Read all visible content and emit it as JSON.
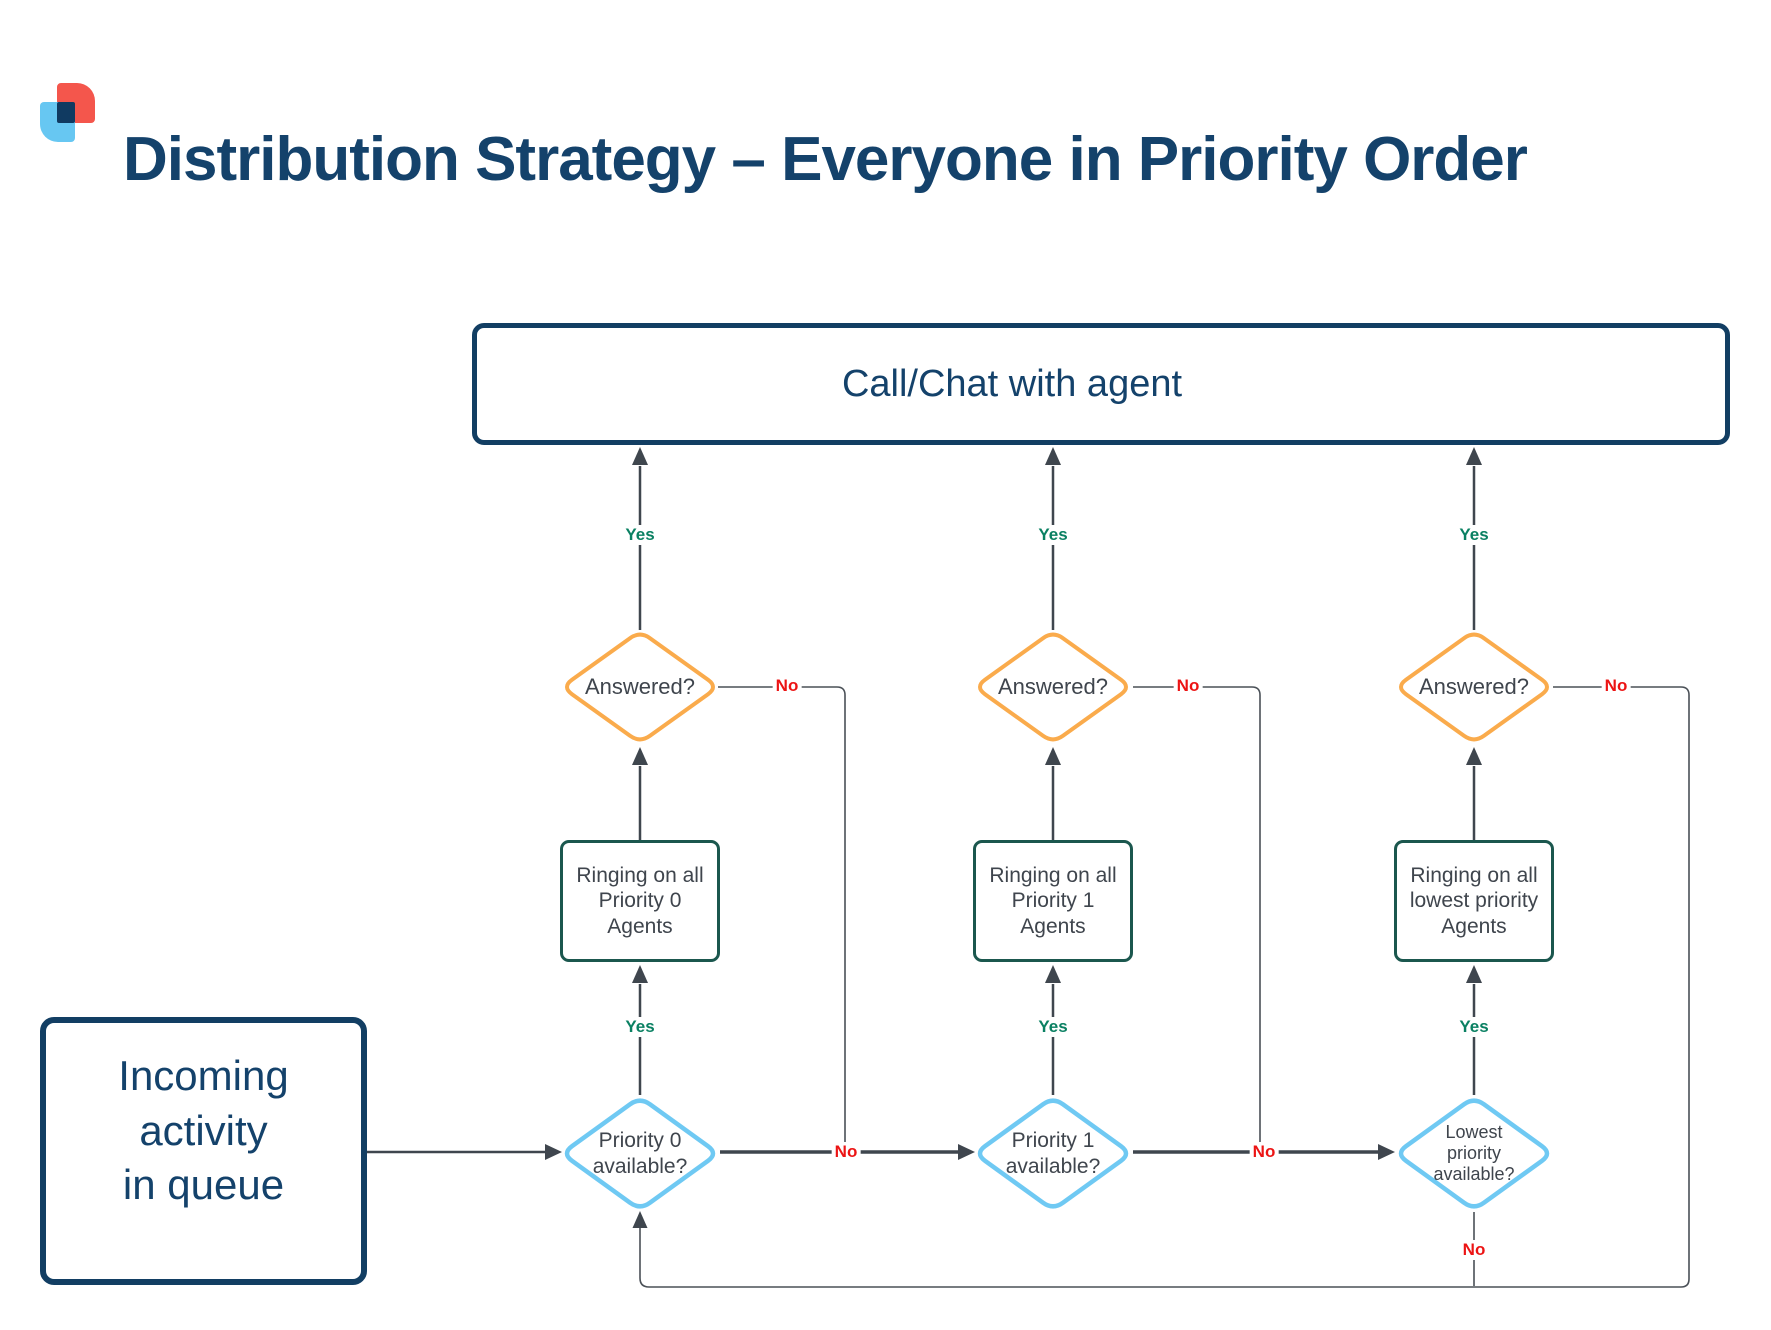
{
  "page": {
    "title": "Distribution Strategy – Everyone in Priority Order"
  },
  "terminal": {
    "label": "Call/Chat with agent"
  },
  "start": {
    "label": "Incoming\nactivity\nin queue"
  },
  "labels": {
    "yes": "Yes",
    "no": "No"
  },
  "columns": [
    {
      "answered": "Answered?",
      "ringing": "Ringing on all\nPriority 0\nAgents",
      "available": "Priority 0\navailable?"
    },
    {
      "answered": "Answered?",
      "ringing": "Ringing on all\nPriority 1\nAgents",
      "available": "Priority 1\navailable?"
    },
    {
      "answered": "Answered?",
      "ringing": "Ringing on all\nlowest priority\nAgents",
      "available": "Lowest\npriority\navailable?"
    }
  ],
  "colors": {
    "navy": "#123e63",
    "title_text": "#14426b",
    "orange_diamond": "#faab4c",
    "blue_diamond": "#6fc9f3",
    "teal_process": "#1b574e",
    "line": "#3f464e",
    "thin_line": "#4a5057",
    "yes_green": "#0a8062",
    "no_red": "#ec1414",
    "logo_red": "#f4564c",
    "logo_blue": "#67c7f2",
    "node_text": "#3f454d"
  }
}
